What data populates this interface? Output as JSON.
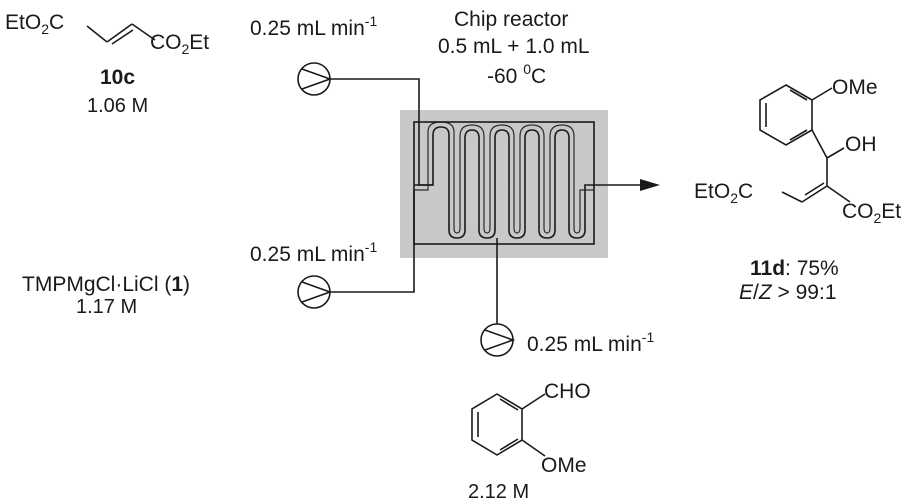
{
  "reactant_10c": {
    "eto2c": "EtO",
    "sub2": "2",
    "c": "C",
    "co2et_a": "CO",
    "co2et_b": "Et",
    "label": "10c",
    "conc": "1.06 M"
  },
  "reagent_1": {
    "name_pre": "TMPMgCl·LiCl (",
    "name_bold": "1",
    "name_post": ")",
    "conc": "1.17 M"
  },
  "aldehyde": {
    "cho": "CHO",
    "ome": "OMe",
    "conc": "2.12 M"
  },
  "flow": {
    "rate_top": "0.25 mL min",
    "rate_mid": "0.25 mL min",
    "rate_bottom": "0.25 mL min",
    "exp": "-1"
  },
  "reactor": {
    "title": "Chip reactor",
    "volumes": "0.5 mL + 1.0 mL",
    "temp": "-60 ",
    "temp_sup": "0",
    "temp_unit": "C"
  },
  "product_11d": {
    "ome": "OMe",
    "oh": "OH",
    "eto2c": "EtO",
    "co2et": "CO",
    "et": "Et",
    "sub2": "2",
    "c": "C",
    "label": "11d",
    "yield": ": 75%",
    "ez_e": "E",
    "ez_z": "Z",
    "ez_rest": " > 99:1",
    "ez_slash": "/"
  },
  "colors": {
    "reactor_fill": "#c8c8c8",
    "line": "#1a1a1a"
  }
}
